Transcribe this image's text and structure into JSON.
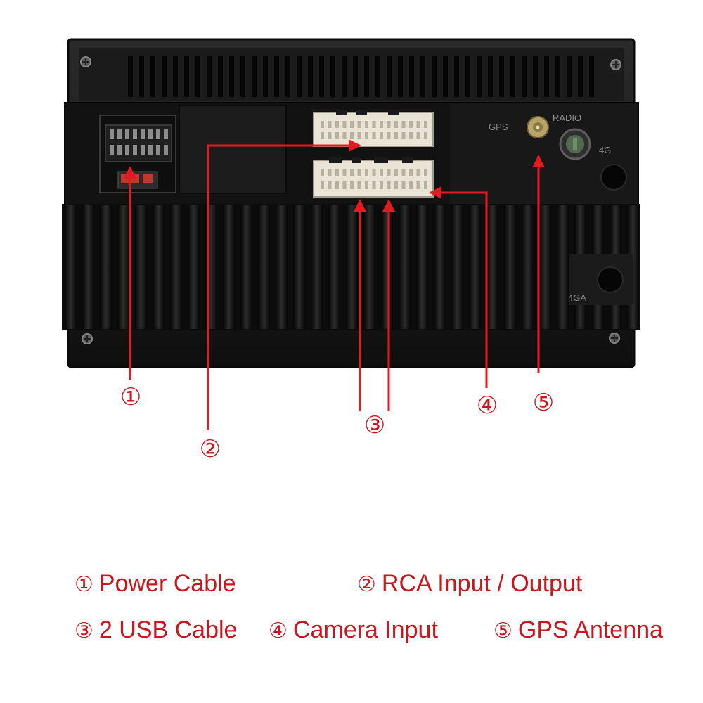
{
  "device": {
    "port_labels": {
      "gps": "GPS",
      "radio": "RADIO",
      "lte_a": "4G",
      "lte_b": "4GA"
    }
  },
  "callouts": [
    {
      "id": "1",
      "symbol": "①"
    },
    {
      "id": "2",
      "symbol": "②"
    },
    {
      "id": "3",
      "symbol": "③"
    },
    {
      "id": "4",
      "symbol": "④"
    },
    {
      "id": "5",
      "symbol": "⑤"
    }
  ],
  "legend": [
    {
      "symbol": "①",
      "label": "Power Cable"
    },
    {
      "symbol": "②",
      "label": "RCA Input / Output"
    },
    {
      "symbol": "③",
      "label": "2 USB Cable"
    },
    {
      "symbol": "④",
      "label": "Camera Input"
    },
    {
      "symbol": "⑤",
      "label": "GPS Antenna"
    }
  ],
  "colors": {
    "accent": "#c8171e",
    "chassis": "#141414",
    "connector": "#e9e4d6"
  }
}
